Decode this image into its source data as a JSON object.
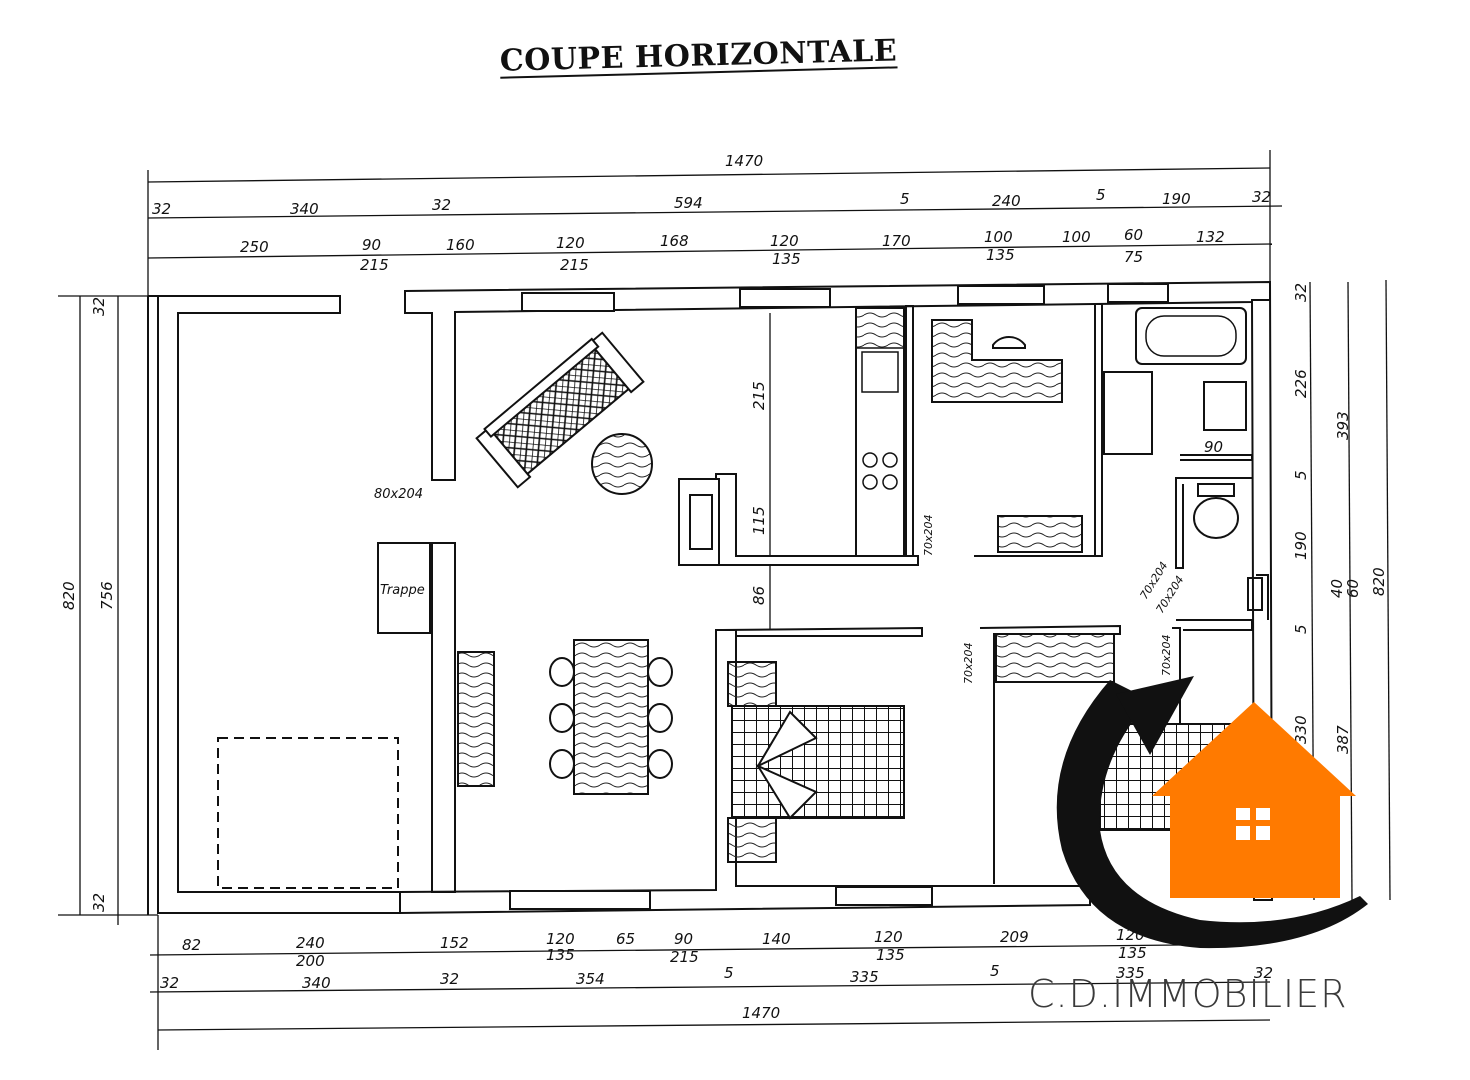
{
  "title": "COUPE HORIZONTALE",
  "dims": {
    "top_total": "1470",
    "top_row2": [
      "32",
      "340",
      "32",
      "594",
      "5",
      "240",
      "5",
      "190",
      "32"
    ],
    "top_row3": [
      "250",
      "90",
      "160",
      "120",
      "168",
      "120",
      "170",
      "100",
      "100",
      "60",
      "132"
    ],
    "top_row3_sub": [
      "215",
      "215",
      "135",
      "135",
      "75"
    ],
    "bottom_row1": [
      "82",
      "240",
      "152",
      "120",
      "65",
      "90",
      "140",
      "120",
      "209",
      "120"
    ],
    "bottom_row1_sub": [
      "200",
      "135",
      "215",
      "135",
      "135"
    ],
    "bottom_row2": [
      "32",
      "340",
      "32",
      "354",
      "5",
      "335",
      "5",
      "335",
      "32"
    ],
    "bottom_total": "1470",
    "left": [
      "820",
      "756",
      "32",
      "32"
    ],
    "right": [
      "32",
      "226",
      "5",
      "190",
      "5",
      "330",
      "393",
      "40",
      "60",
      "387",
      "820"
    ],
    "interior": [
      "215",
      "115",
      "86",
      "90"
    ]
  },
  "labels": {
    "door_80": "80x204",
    "door_70_a": "70x204",
    "door_70_b": "70x204",
    "door_70_c": "70x204",
    "door_70_d": "70x204",
    "door_70_e": "70x204",
    "trappe": "Trappe"
  },
  "logo": {
    "text": "C.D.IMMOBILIER",
    "house_color": "#ff7a00",
    "arrow_color": "#111111",
    "text_color": "#3a3a3a"
  }
}
